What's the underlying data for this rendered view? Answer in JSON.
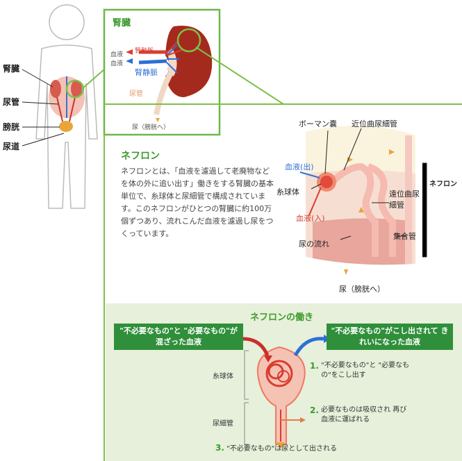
{
  "body_labels": {
    "kidney": "腎臓",
    "ureter": "尿管",
    "bladder": "膀胱",
    "urethra": "尿道"
  },
  "kidney_panel": {
    "title": "腎臓",
    "renal_artery": "腎動脈",
    "blood_label_1": "血液",
    "blood_label_2": "血液",
    "renal_vein": "腎静脈",
    "ureter": "尿管",
    "urine": "尿（膀胱へ）"
  },
  "nephron_text": {
    "title": "ネフロン",
    "paragraph": "ネフロンとは、「血液を濾過して老廃物などを体の外に追い出す」働きをする腎臓の基本単位で、糸球体と尿細管で構成されています。このネフロンがひとつの腎臓に約100万個ずつあり、流れこんだ血液を濾過し尿をつくっています。"
  },
  "nephron_diagram": {
    "bowman": "ボーマン嚢",
    "proximal": "近位曲尿細管",
    "blood_out": "血液(出)",
    "glomerulus": "糸球体",
    "blood_in": "血液(入)",
    "urine_flow": "尿の流れ",
    "distal": "遠位曲尿細管",
    "collecting": "集合管",
    "nephron_bracket": "ネフロン",
    "urine": "尿（膀胱へ）"
  },
  "function_panel": {
    "title": "ネフロンの働き",
    "input_box": "\"不必要なもの\"と \"必要なもの\"が混ざった血液",
    "output_box": "\"不必要なもの\"がこし出されて きれいになった血液",
    "glomerulus": "糸球体",
    "tubule": "尿細管",
    "step1_num": "1.",
    "step1": "\"不必要なもの\"と \"必要なもの\"をこし出す",
    "step2_num": "2.",
    "step2": "必要なものは吸収され 再び血液に運ばれる",
    "step3_num": "3.",
    "step3": "\"不必要なもの\"は尿として出される"
  }
}
